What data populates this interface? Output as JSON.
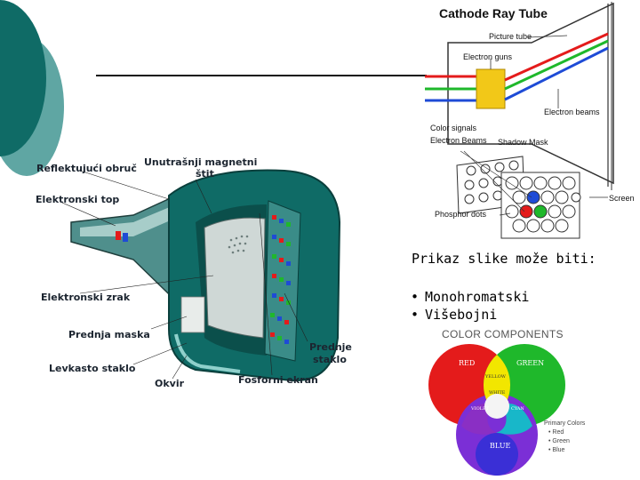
{
  "crt_diagram": {
    "title": "Cathode Ray Tube",
    "labels": {
      "picture_tube": "Picture tube",
      "electron_guns": "Electron guns",
      "electron_beams": "Electron beams",
      "color_signals": "Color signals",
      "electron_beams_2": "Electron Beams",
      "shadow_mask": "Shadow Mask",
      "screen": "Screen",
      "phosphor_dots": "Phosphor dots"
    }
  },
  "tv_cutaway": {
    "labels": {
      "reflecting_ring": "Reflektujući obruč",
      "inner_shield": "Unutrašnji magnetni",
      "inner_shield_2": "štit",
      "electron_gun": "Elektronski top",
      "electron_beam": "Elektronski zrak",
      "front_mask": "Prednja maska",
      "front_glass": "Prednje",
      "front_glass_2": "staklo",
      "funnel_glass": "Levkasto staklo",
      "frame": "Okvir",
      "phosphor_screen": "Fosforni ekran"
    }
  },
  "caption": "Prikaz slike može biti:",
  "bullets": [
    "Monohromatski",
    "Višebojni"
  ],
  "color_components": {
    "title": "COLOR COMPONENTS",
    "circles": {
      "red": "RED",
      "green": "GREEN",
      "blue": "BLUE",
      "yellow": "YELLOW",
      "white": "WHITE",
      "violet": "VIOLET",
      "cyan": "CYAN"
    },
    "legend_title": "Primary Colors",
    "legend_items": [
      "Red",
      "Green",
      "Blue"
    ]
  },
  "colors": {
    "teal_dark": "#0f6b66",
    "teal_light": "#5fa6a3",
    "red": "#e41b1b",
    "green": "#1fb82b",
    "blue": "#1e4bd6",
    "yellow": "#f2e600"
  }
}
